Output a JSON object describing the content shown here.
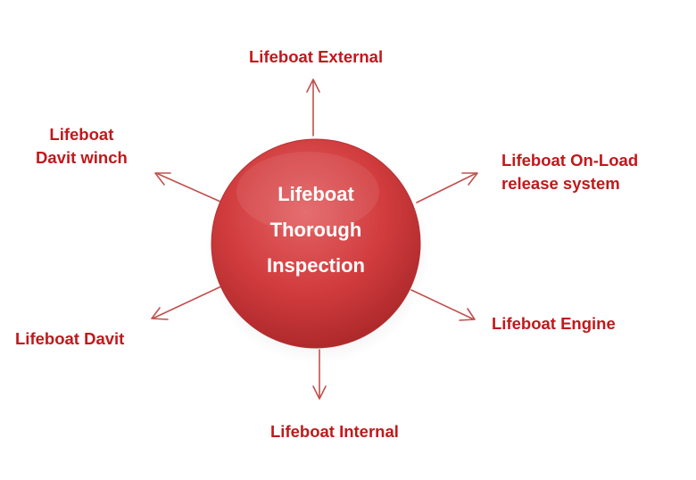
{
  "center": {
    "line1": "Lifeboat",
    "line2": "Thorough",
    "line3": "Inspection"
  },
  "nodes": {
    "external": {
      "line1": "Lifeboat External"
    },
    "onload": {
      "line1": "Lifeboat On-Load",
      "line2": "release system"
    },
    "engine": {
      "line1": "Lifeboat Engine"
    },
    "internal": {
      "line1": "Lifeboat Internal"
    },
    "davit": {
      "line1": "Lifeboat Davit"
    },
    "davit_winch": {
      "line1": "Lifeboat",
      "line2": "Davit winch"
    }
  },
  "colors": {
    "label_text": "#c0191c",
    "circle_fill": "#d33a3c",
    "circle_edge": "#8e1d1f",
    "arrow": "#c0504d"
  }
}
